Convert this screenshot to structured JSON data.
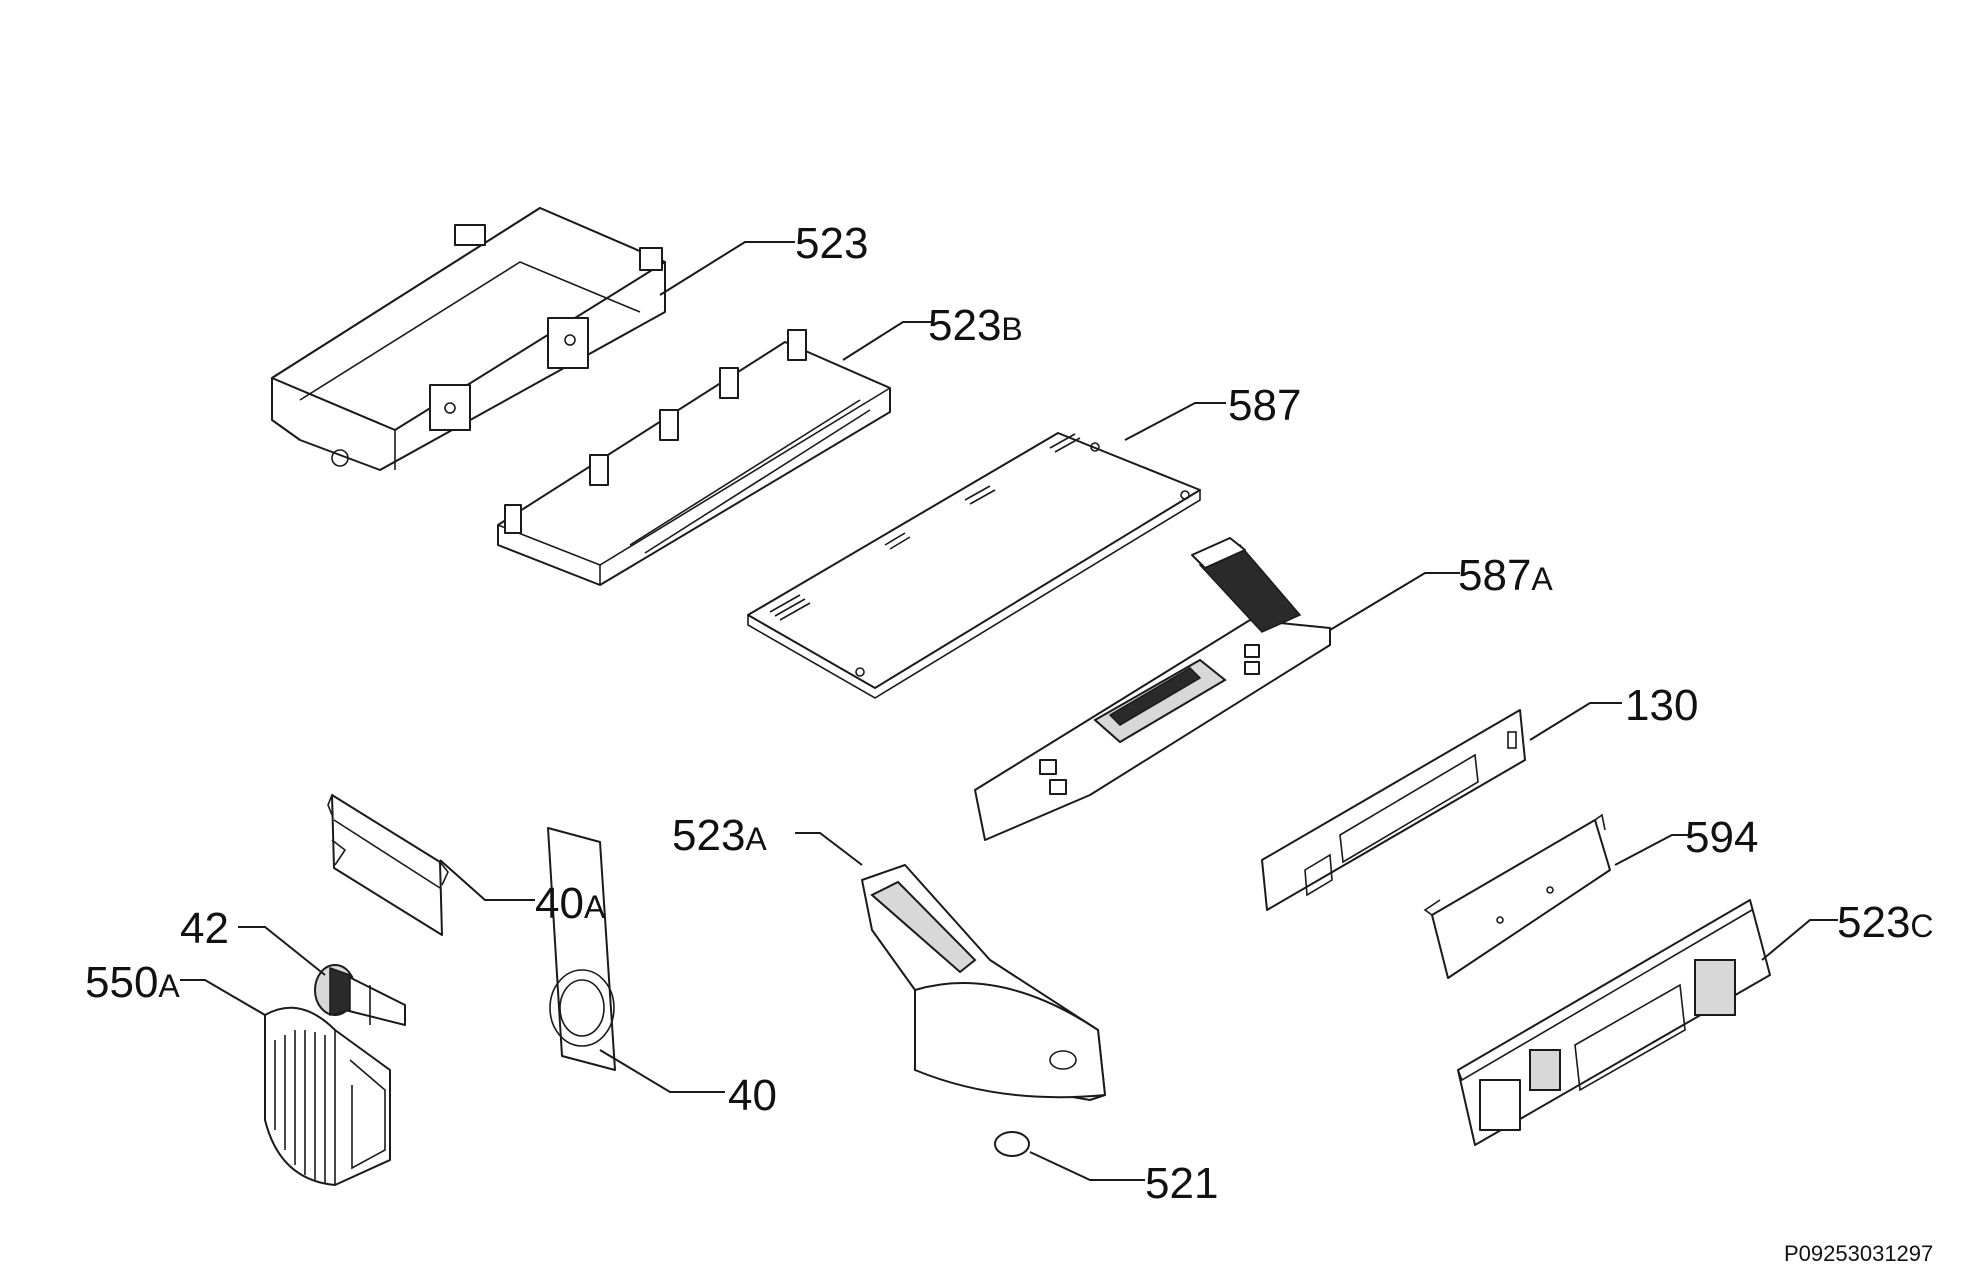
{
  "parts": [
    {
      "id": "523",
      "num": "523",
      "suffix": ""
    },
    {
      "id": "523b",
      "num": "523",
      "suffix": "B"
    },
    {
      "id": "587",
      "num": "587",
      "suffix": ""
    },
    {
      "id": "587a",
      "num": "587",
      "suffix": "A"
    },
    {
      "id": "130",
      "num": "130",
      "suffix": ""
    },
    {
      "id": "594",
      "num": "594",
      "suffix": ""
    },
    {
      "id": "523c",
      "num": "523",
      "suffix": "C"
    },
    {
      "id": "523a",
      "num": "523",
      "suffix": "A"
    },
    {
      "id": "40a",
      "num": "40",
      "suffix": "A"
    },
    {
      "id": "42",
      "num": "42",
      "suffix": ""
    },
    {
      "id": "550a",
      "num": "550",
      "suffix": "A"
    },
    {
      "id": "40",
      "num": "40",
      "suffix": ""
    },
    {
      "id": "521",
      "num": "521",
      "suffix": ""
    }
  ],
  "doc_id": "P09253031297"
}
